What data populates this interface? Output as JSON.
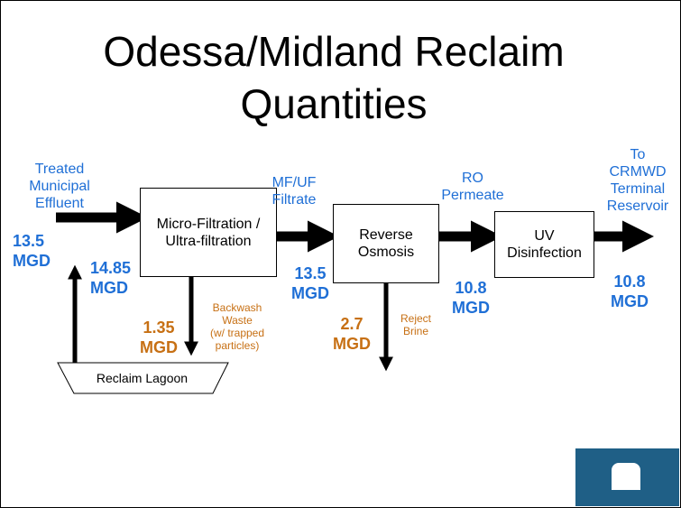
{
  "title": "Odessa/Midland Reclaim Quantities",
  "labels": {
    "treated_municipal_effluent": [
      "Treated",
      "Municipal",
      "Effluent"
    ],
    "mf_uf_filtrate": [
      "MF/UF",
      "Filtrate"
    ],
    "ro_permeate": [
      "RO",
      "Permeate"
    ],
    "to_crmwd": [
      "To",
      "CRMWD",
      "Terminal",
      "Reservoir"
    ],
    "backwash_waste": [
      "Backwash",
      "Waste",
      "(w/ trapped",
      "particles)"
    ],
    "reject_brine": [
      "Reject",
      "Brine"
    ]
  },
  "boxes": {
    "micro_filtration": [
      "Micro-Filtration /",
      "Ultra-filtration"
    ],
    "reverse_osmosis": [
      "Reverse",
      "Osmosis"
    ],
    "uv_disinfection": [
      "UV",
      "Disinfection"
    ],
    "reclaim_lagoon": "Reclaim Lagoon"
  },
  "flows": {
    "influent": [
      "13.5",
      "MGD"
    ],
    "mf_feed": [
      "14.85",
      "MGD"
    ],
    "backwash": [
      "1.35",
      "MGD"
    ],
    "filtrate": [
      "13.5",
      "MGD"
    ],
    "reject": [
      "2.7",
      "MGD"
    ],
    "permeate": [
      "10.8",
      "MGD"
    ],
    "to_reservoir": [
      "10.8",
      "MGD"
    ]
  },
  "colors": {
    "blue": "#1f6fd6",
    "orange": "#c77014",
    "logo": "#1f5f86"
  }
}
